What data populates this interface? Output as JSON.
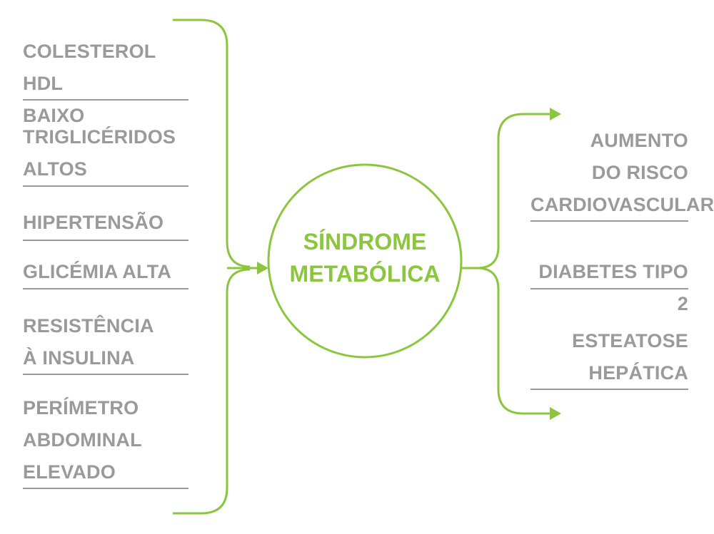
{
  "colors": {
    "accent_green": "#8cc63f",
    "text_gray": "#9a9a9c"
  },
  "center": {
    "title": "SÍNDROME\nMETABÓLICA"
  },
  "risk_factors": [
    {
      "label": "COLESTEROL HDL\nBAIXO"
    },
    {
      "label": "TRIGLICÉRIDOS\nALTOS"
    },
    {
      "label": "HIPERTENSÃO"
    },
    {
      "label": "GLICÉMIA ALTA"
    },
    {
      "label": "RESISTÊNCIA\nÀ INSULINA"
    },
    {
      "label": "PERÍMETRO\nABDOMINAL\nELEVADO"
    }
  ],
  "consequences": [
    {
      "label": "AUMENTO\nDO RISCO\nCARDIOVASCULAR"
    },
    {
      "label": "DIABETES TIPO 2"
    },
    {
      "label": "ESTEATOSE\nHEPÁTICA"
    }
  ]
}
